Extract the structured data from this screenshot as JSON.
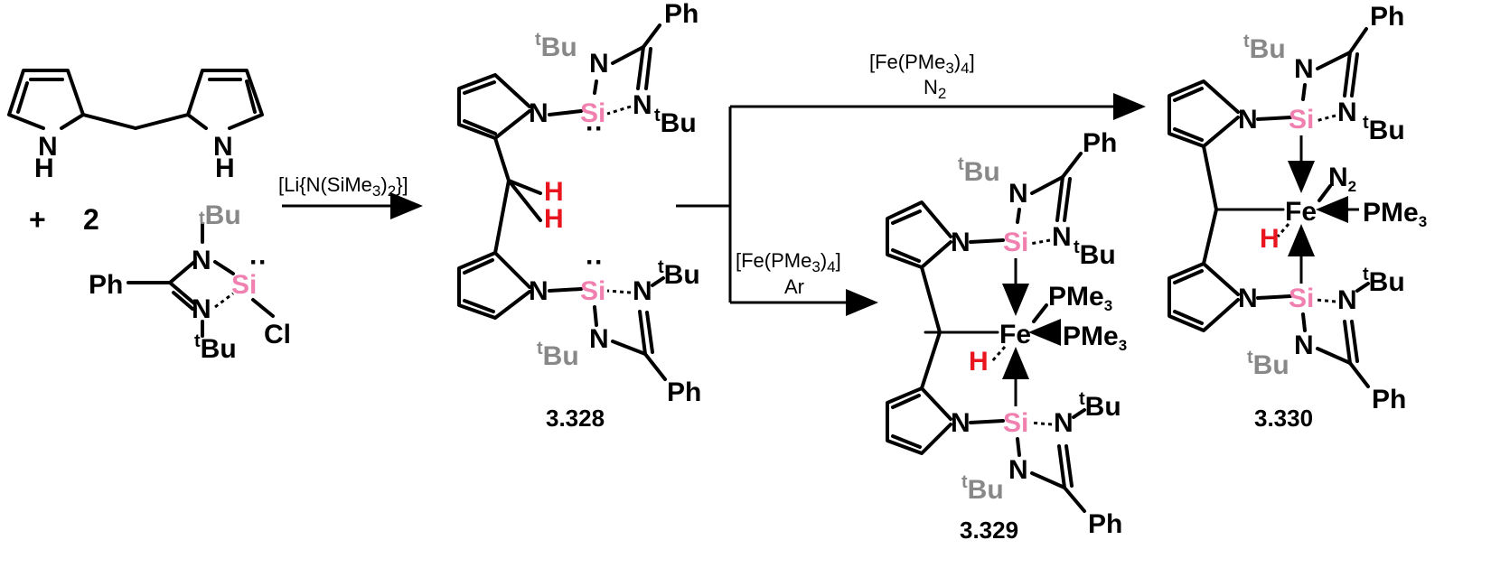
{
  "reactants": {
    "plus": "+",
    "equiv": "2"
  },
  "atoms": {
    "N": "N",
    "H": "H",
    "Si": "Si",
    "Cl": "Cl",
    "Ph": "Ph",
    "Fe": "Fe",
    "Bu": "Bu",
    "t": "t",
    "PMe": "PMe",
    "three": "3",
    "lone_pair": "··"
  },
  "conditions": {
    "step1": {
      "reagent_prefix": "[Li{N(SiMe",
      "sub": "3",
      "reagent_mid": ")",
      "sub2": "2",
      "reagent_suffix": "}]"
    },
    "step2_top": {
      "reagent_prefix": "[Fe(PMe",
      "sub": "3",
      "reagent_mid": ")",
      "sub2": "4",
      "reagent_suffix": "]",
      "gas": "N",
      "gas_sub": "2"
    },
    "step2_bottom": {
      "reagent_prefix": "[Fe(PMe",
      "sub": "3",
      "reagent_mid": ")",
      "sub2": "4",
      "reagent_suffix": "]",
      "gas": "Ar"
    }
  },
  "compounds": {
    "c1": "3.328",
    "c2": "3.329",
    "c3": "3.330"
  },
  "colors": {
    "silicon": "#f080b0",
    "hydride": "#e8141e",
    "tert_butyl": "#888888",
    "bonds": "#000000"
  }
}
